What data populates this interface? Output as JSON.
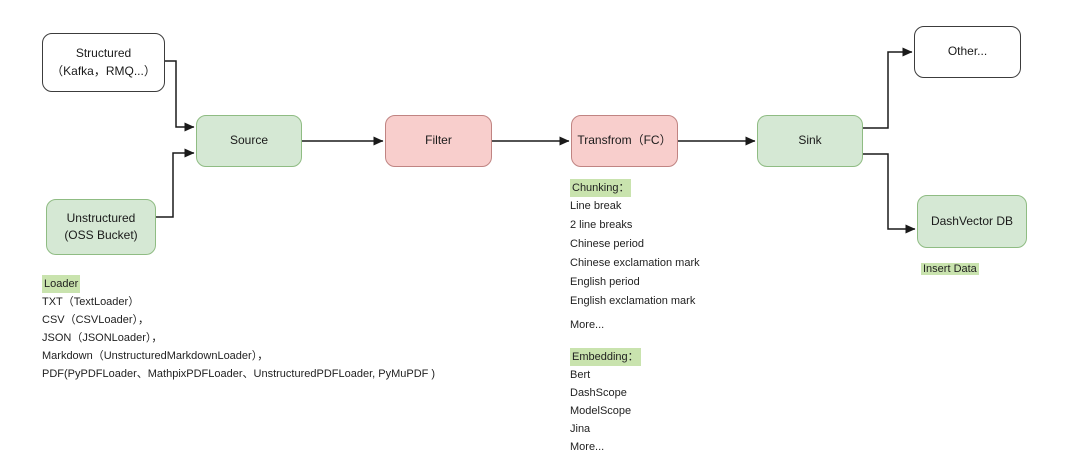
{
  "diagram": {
    "nodes": {
      "structured": {
        "title": "Structured",
        "subtitle": "（Kafka，RMQ...）"
      },
      "unstructured": {
        "title": "Unstructured",
        "subtitle": "(OSS Bucket)"
      },
      "source": {
        "title": "Source"
      },
      "filter": {
        "title": "Filter"
      },
      "transform": {
        "title": "Transfrom（FC）"
      },
      "sink": {
        "title": "Sink"
      },
      "other": {
        "title": "Other..."
      },
      "dashvector": {
        "title": "DashVector DB"
      }
    },
    "edges": [
      {
        "from": "structured",
        "to": "source"
      },
      {
        "from": "unstructured",
        "to": "source"
      },
      {
        "from": "source",
        "to": "filter"
      },
      {
        "from": "filter",
        "to": "transform"
      },
      {
        "from": "transform",
        "to": "sink"
      },
      {
        "from": "sink",
        "to": "other"
      },
      {
        "from": "sink",
        "to": "dashvector"
      }
    ],
    "annotations": {
      "loader": {
        "heading": "Loader",
        "items": [
          "TXT（TextLoader）",
          "CSV（CSVLoader），",
          "JSON（JSONLoader），",
          "Markdown（UnstructuredMarkdownLoader），",
          "PDF(PyPDFLoader、MathpixPDFLoader、UnstructuredPDFLoader, PyMuPDF )"
        ]
      },
      "chunking": {
        "heading": "Chunking：",
        "items": [
          "Line break",
          "2 line breaks",
          "Chinese period",
          "Chinese exclamation mark",
          "English period",
          "English exclamation mark",
          "More..."
        ]
      },
      "embedding": {
        "heading": "Embedding：",
        "items": [
          "Bert",
          "DashScope",
          "ModelScope",
          "Jina",
          "More..."
        ]
      },
      "insert_data": "Insert Data"
    },
    "colors": {
      "green_fill": "#d5e8d4",
      "green_stroke": "#8fbc83",
      "pink_fill": "#f8cecc",
      "pink_stroke": "#c08482",
      "white_fill": "#ffffff",
      "dark_stroke": "#3c3c3c",
      "highlight": "#c9e3ae",
      "connector": "#1a1a1a"
    }
  }
}
